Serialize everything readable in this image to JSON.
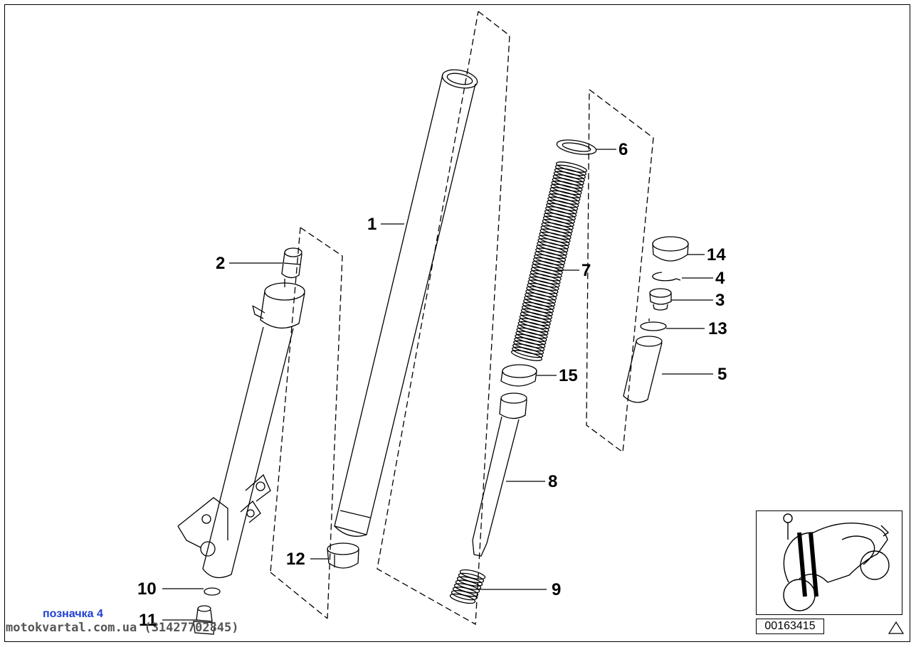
{
  "callouts": {
    "c1": "1",
    "c2": "2",
    "c3": "3",
    "c4": "4",
    "c5": "5",
    "c6": "6",
    "c7": "7",
    "c8": "8",
    "c9": "9",
    "c10": "10",
    "c11": "11",
    "c12": "12",
    "c13": "13",
    "c14": "14",
    "c15": "15"
  },
  "marker_label": "позначка 4",
  "watermark": "motokvartal.com.ua (31427702845)",
  "diagram_id": "00163415",
  "icons": {
    "warning": "warning-triangle-icon",
    "locator": "motorcycle-locator-icon"
  },
  "colors": {
    "line": "#000000",
    "marker_text": "#1d3fd4",
    "watermark": "#555555"
  }
}
